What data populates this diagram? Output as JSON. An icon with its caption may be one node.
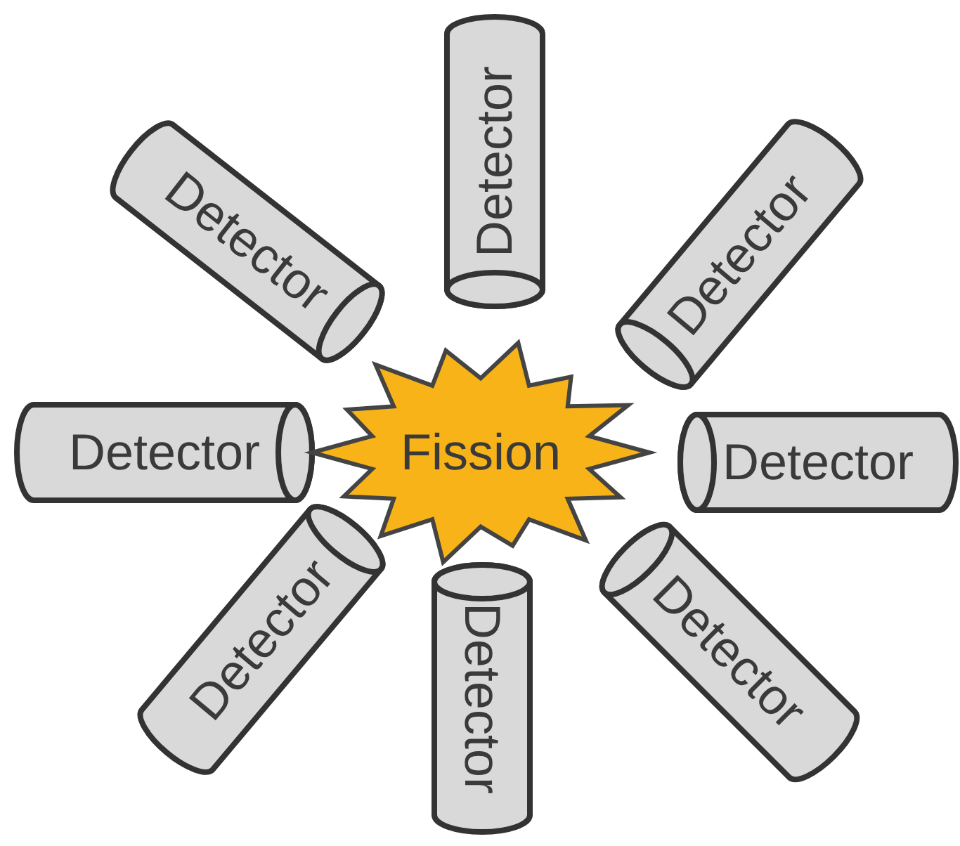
{
  "diagram": {
    "nodes": [
      {
        "text": [
          "Detector"
        ]
      },
      {
        "text": [
          "Detector"
        ]
      },
      {
        "text": [
          "Detector"
        ]
      },
      {
        "text": [
          "Detector"
        ]
      },
      {
        "text": [
          "Fission"
        ]
      },
      {
        "text": [
          "Detector"
        ]
      },
      {
        "text": [
          "Detector"
        ]
      },
      {
        "text": [
          "Detector"
        ]
      },
      {
        "text": [
          "Detector"
        ]
      }
    ]
  }
}
